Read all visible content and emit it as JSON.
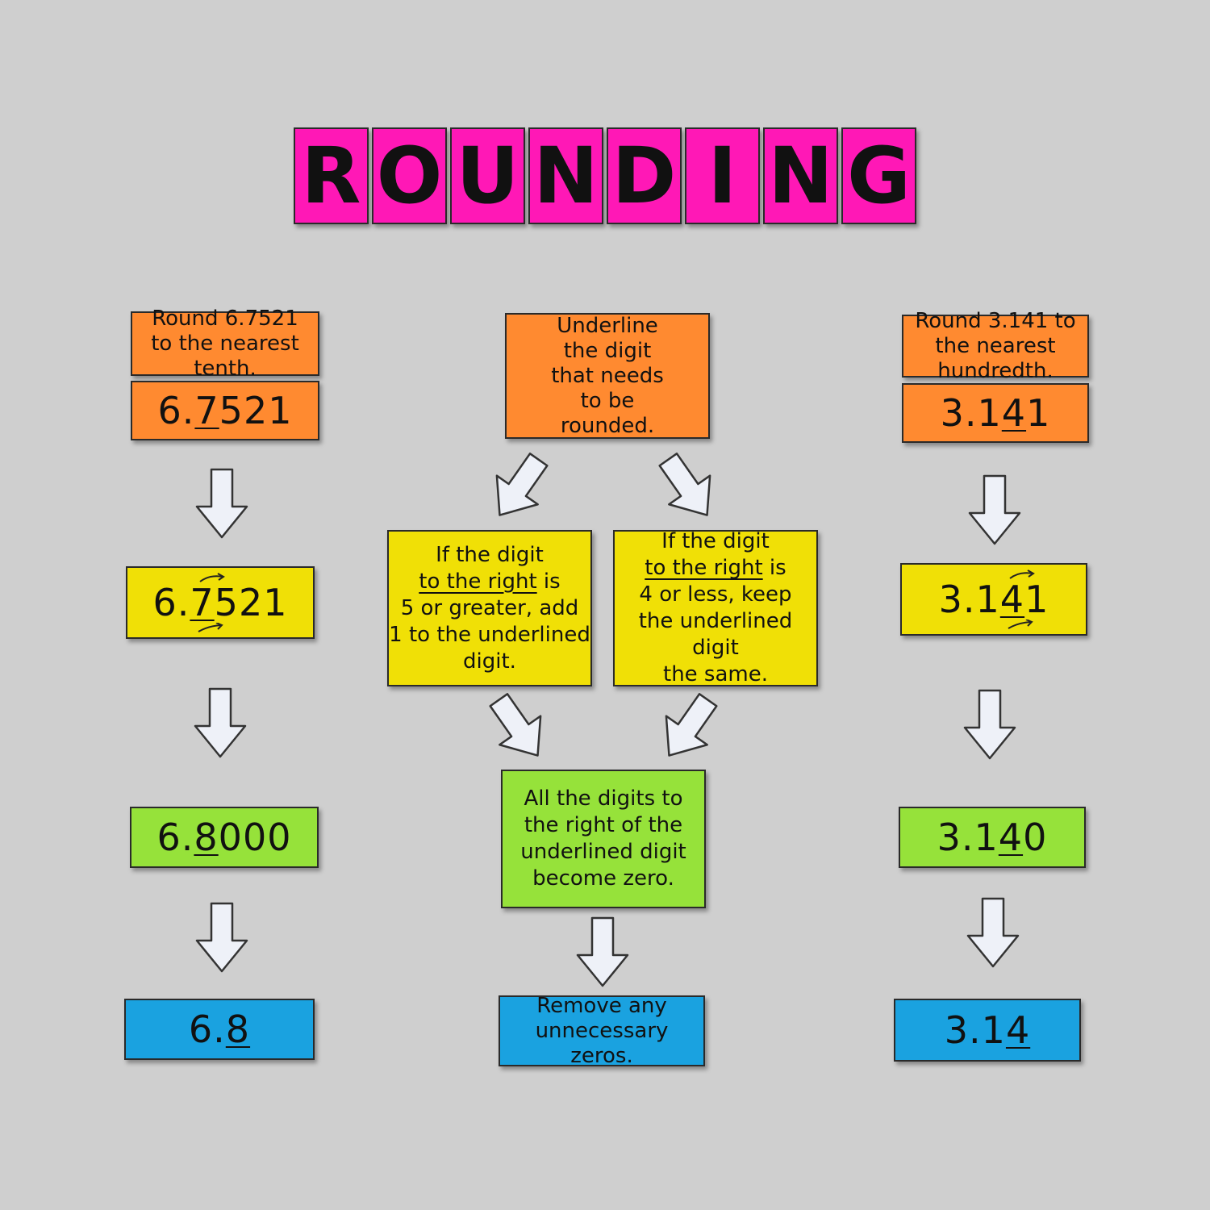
{
  "title_letters": [
    "R",
    "O",
    "U",
    "N",
    "D",
    "I",
    "N",
    "G"
  ],
  "left": {
    "prompt": "Round 6.7521 to the nearest tenth.",
    "step1": {
      "pre": "6.",
      "digit": "7",
      "post": "521"
    },
    "step2": {
      "pre": "6.",
      "digit": "7",
      "next": "5",
      "post": "21"
    },
    "step3": {
      "pre": "6.",
      "digit": "8",
      "post": "000"
    },
    "step4": {
      "pre": "6.",
      "digit": "8"
    }
  },
  "center": {
    "underline": "Underline the digit that needs to be rounded.",
    "rule_up": {
      "line1": "If the digit",
      "line2": "to the right",
      "line2_tail": " is",
      "line3": "5 or greater, add",
      "line4": "1 to the underlined",
      "line5": "digit."
    },
    "rule_down": {
      "line1": "If the digit",
      "line2": "to the right",
      "line2_tail": " is",
      "line3": "4 or less, keep",
      "line4": "the underlined digit",
      "line5": "the same."
    },
    "zeros": "All the digits to the right of the underlined digit become zero.",
    "remove": "Remove any unnecessary zeros."
  },
  "right": {
    "prompt": "Round 3.141 to the nearest hundredth.",
    "step1": {
      "pre": "3.1",
      "digit": "4",
      "post": "1"
    },
    "step2": {
      "pre": "3.1",
      "digit": "4",
      "next": "1",
      "post": ""
    },
    "step3": {
      "pre": "3.1",
      "digit": "4",
      "post": "0"
    },
    "step4": {
      "pre": "3.1",
      "digit": "4"
    }
  }
}
